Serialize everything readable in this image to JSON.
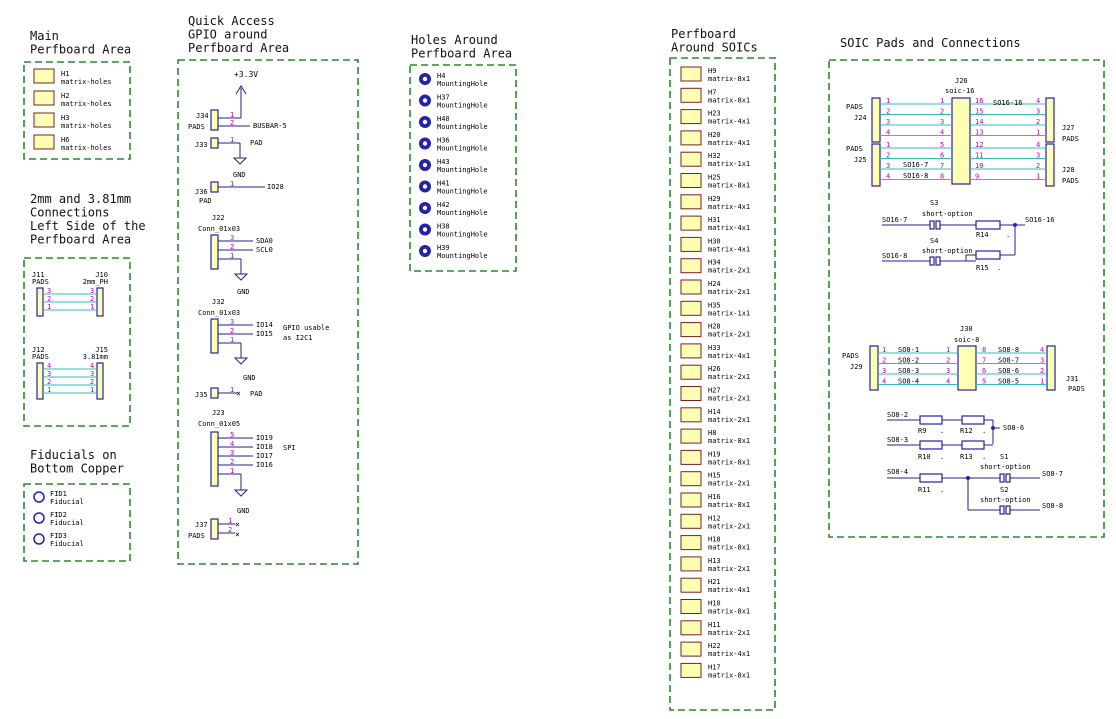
{
  "sections": {
    "main": {
      "title": [
        "Main",
        "Perfboard Area"
      ],
      "holes": [
        {
          "ref": "H1",
          "value": "matrix-holes"
        },
        {
          "ref": "H2",
          "value": "matrix-holes"
        },
        {
          "ref": "H3",
          "value": "matrix-holes"
        },
        {
          "ref": "H6",
          "value": "matrix-holes"
        }
      ]
    },
    "conn2mm": {
      "title": [
        "2mm and 3.81mm",
        "Connections",
        "Left Side of the",
        "Perfboard Area"
      ],
      "j11": "J11",
      "j11v": "PADS",
      "j10": "J10",
      "j10v": "2mm_PH",
      "j12": "J12",
      "j12v": "PADS",
      "j15": "J15",
      "j15v": "3.81mm"
    },
    "fiducials": {
      "title": [
        "Fiducials on",
        "Bottom Copper"
      ],
      "items": [
        {
          "ref": "FID1",
          "value": "Fiducial"
        },
        {
          "ref": "FID2",
          "value": "Fiducial"
        },
        {
          "ref": "FID3",
          "value": "Fiducial"
        }
      ]
    },
    "gpio": {
      "title": [
        "Quick Access",
        "GPIO around",
        "Perfboard Area"
      ],
      "v33": "+3.3V",
      "j34": "J34",
      "j34v": "PADS",
      "busbar": "BUSBAR-5",
      "j33": "J33",
      "pad": "PAD",
      "gnd": "GND",
      "j36": "J36",
      "io28": "IO28",
      "j22": "J22",
      "conn3": "Conn_01x03",
      "sda": "SDA0",
      "scl": "SCL0",
      "j32": "J32",
      "io14": "IO14",
      "io15": "IO15",
      "gpioNote": [
        "GPIO usable",
        "as I2C1"
      ],
      "j35": "J35",
      "j23": "J23",
      "conn5": "Conn_01x05",
      "io19": "IO19",
      "io18": "IO18",
      "io17": "IO17",
      "io16": "IO16",
      "spi": "SPI",
      "j37": "J37",
      "pads": "PADS"
    },
    "holesAround": {
      "title": [
        "Holes Around",
        "Perfboard Area"
      ],
      "items": [
        {
          "ref": "H4",
          "value": "MountingHole"
        },
        {
          "ref": "H37",
          "value": "MountingHole"
        },
        {
          "ref": "H40",
          "value": "MountingHole"
        },
        {
          "ref": "H36",
          "value": "MountingHole"
        },
        {
          "ref": "H43",
          "value": "MountingHole"
        },
        {
          "ref": "H41",
          "value": "MountingHole"
        },
        {
          "ref": "H42",
          "value": "MountingHole"
        },
        {
          "ref": "H38",
          "value": "MountingHole"
        },
        {
          "ref": "H39",
          "value": "MountingHole"
        }
      ]
    },
    "perfSoic": {
      "title": [
        "Perfboard",
        "Around SOICs"
      ],
      "items": [
        {
          "ref": "H9",
          "value": "matrix-8x1"
        },
        {
          "ref": "H7",
          "value": "matrix-8x1"
        },
        {
          "ref": "H23",
          "value": "matrix-4x1"
        },
        {
          "ref": "H20",
          "value": "matrix-4x1"
        },
        {
          "ref": "H32",
          "value": "matrix-1x1"
        },
        {
          "ref": "H25",
          "value": "matrix-8x1"
        },
        {
          "ref": "H29",
          "value": "matrix-4x1"
        },
        {
          "ref": "H31",
          "value": "matrix-4x1"
        },
        {
          "ref": "H30",
          "value": "matrix-4x1"
        },
        {
          "ref": "H34",
          "value": "matrix-2x1"
        },
        {
          "ref": "H24",
          "value": "matrix-2x1"
        },
        {
          "ref": "H35",
          "value": "matrix-1x1"
        },
        {
          "ref": "H28",
          "value": "matrix-2x1"
        },
        {
          "ref": "H33",
          "value": "matrix-4x1"
        },
        {
          "ref": "H26",
          "value": "matrix-2x1"
        },
        {
          "ref": "H27",
          "value": "matrix-2x1"
        },
        {
          "ref": "H14",
          "value": "matrix-2x1"
        },
        {
          "ref": "H8",
          "value": "matrix-8x1"
        },
        {
          "ref": "H19",
          "value": "matrix-8x1"
        },
        {
          "ref": "H15",
          "value": "matrix-2x1"
        },
        {
          "ref": "H16",
          "value": "matrix-8x1"
        },
        {
          "ref": "H12",
          "value": "matrix-2x1"
        },
        {
          "ref": "H18",
          "value": "matrix-8x1"
        },
        {
          "ref": "H13",
          "value": "matrix-2x1"
        },
        {
          "ref": "H21",
          "value": "matrix-4x1"
        },
        {
          "ref": "H10",
          "value": "matrix-8x1"
        },
        {
          "ref": "H11",
          "value": "matrix-2x1"
        },
        {
          "ref": "H22",
          "value": "matrix-4x1"
        },
        {
          "ref": "H17",
          "value": "matrix-8x1"
        }
      ]
    },
    "soic": {
      "title": [
        "SOIC Pads and Connections"
      ],
      "j26": "J26",
      "soic16": "soic-16",
      "j24": "J24",
      "j25": "J25",
      "pads": "PADS",
      "j27": "J27",
      "j28": "J28",
      "so16_16": "SO16-16",
      "so16_7": "SO16-7",
      "so16_8": "SO16-8",
      "s3": "S3",
      "s4": "S4",
      "shortopt": "short-option",
      "r14": "R14",
      "r15": "R15",
      "j30": "J30",
      "soic8": "soic-8",
      "j29": "J29",
      "j31": "J31",
      "so8": [
        "SO8-1",
        "SO8-2",
        "SO8-3",
        "SO8-4",
        "SO8-5",
        "SO8-6",
        "SO8-7",
        "SO8-8"
      ],
      "r9": "R9",
      "r10": "R10",
      "r11": "R11",
      "r12": "R12",
      "r13": "R13",
      "s1": "S1",
      "s2": "S2",
      "dot": "."
    }
  }
}
